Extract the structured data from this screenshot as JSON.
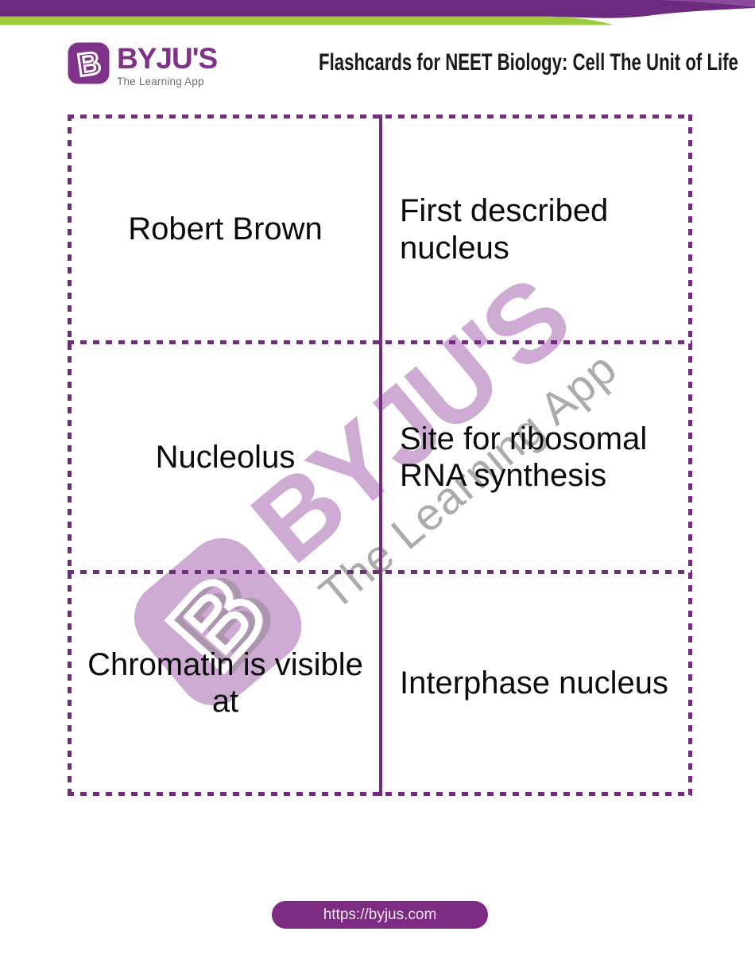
{
  "colors": {
    "band-purple": "#6D2A7E",
    "band-purple-light": "#8B4A9B",
    "band-green": "#9DCB3B",
    "brand-purple": "#803288",
    "tagline-gray": "#6D6E71",
    "table-purple": "#722B7E",
    "watermark-purple": "#CDABD3",
    "watermark-gray": "#ABABAB",
    "footer-purple": "#7D2A83",
    "url-text": "#F3EAF6"
  },
  "header": {
    "logo": {
      "brand": "BYJU'S",
      "tagline": "The Learning App",
      "icon_letter": "B"
    },
    "title": "Flashcards for NEET Biology: Cell The Unit of Life"
  },
  "flashcards": {
    "cards": [
      {
        "term": "Robert Brown",
        "definition": "First described nucleus"
      },
      {
        "term": "Nucleolus",
        "definition": "Site for ribosomal RNA synthesis"
      },
      {
        "term": "Chromatin is visible at",
        "definition": "Interphase nucleus"
      }
    ]
  },
  "watermark": {
    "brand": "BYJU'S",
    "tagline": "The Learning App",
    "icon_letter": "B"
  },
  "footer": {
    "url": "https://byjus.com"
  }
}
